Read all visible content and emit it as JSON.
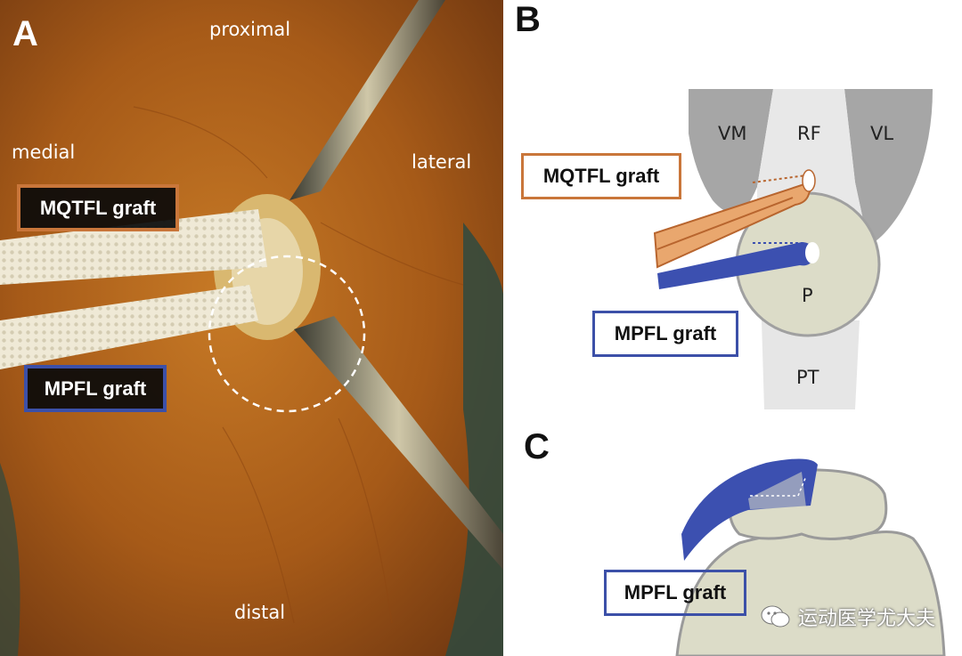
{
  "panels": {
    "a": {
      "letter": "A",
      "directions": {
        "proximal": "proximal",
        "distal": "distal",
        "medial": "medial",
        "lateral": "lateral"
      },
      "mqtfl_label": "MQTFL graft",
      "mpfl_label": "MPFL graft"
    },
    "b": {
      "letter": "B",
      "structures": {
        "vm": "VM",
        "rf": "RF",
        "vl": "VL",
        "p": "P",
        "pt": "PT"
      },
      "mqtfl_label": "MQTFL graft",
      "mpfl_label": "MPFL graft"
    },
    "c": {
      "letter": "C",
      "mpfl_label": "MPFL graft"
    }
  },
  "colors": {
    "mqtfl_orange": "#c9763a",
    "mpfl_blue": "#3c50a8",
    "bone_fill": "#dcdcc8",
    "muscle_gray": "#a6a6a6",
    "tendon_light": "#e6e6e6"
  },
  "watermark": {
    "icon": "wechat-icon",
    "text": "运动医学尤大夫"
  }
}
